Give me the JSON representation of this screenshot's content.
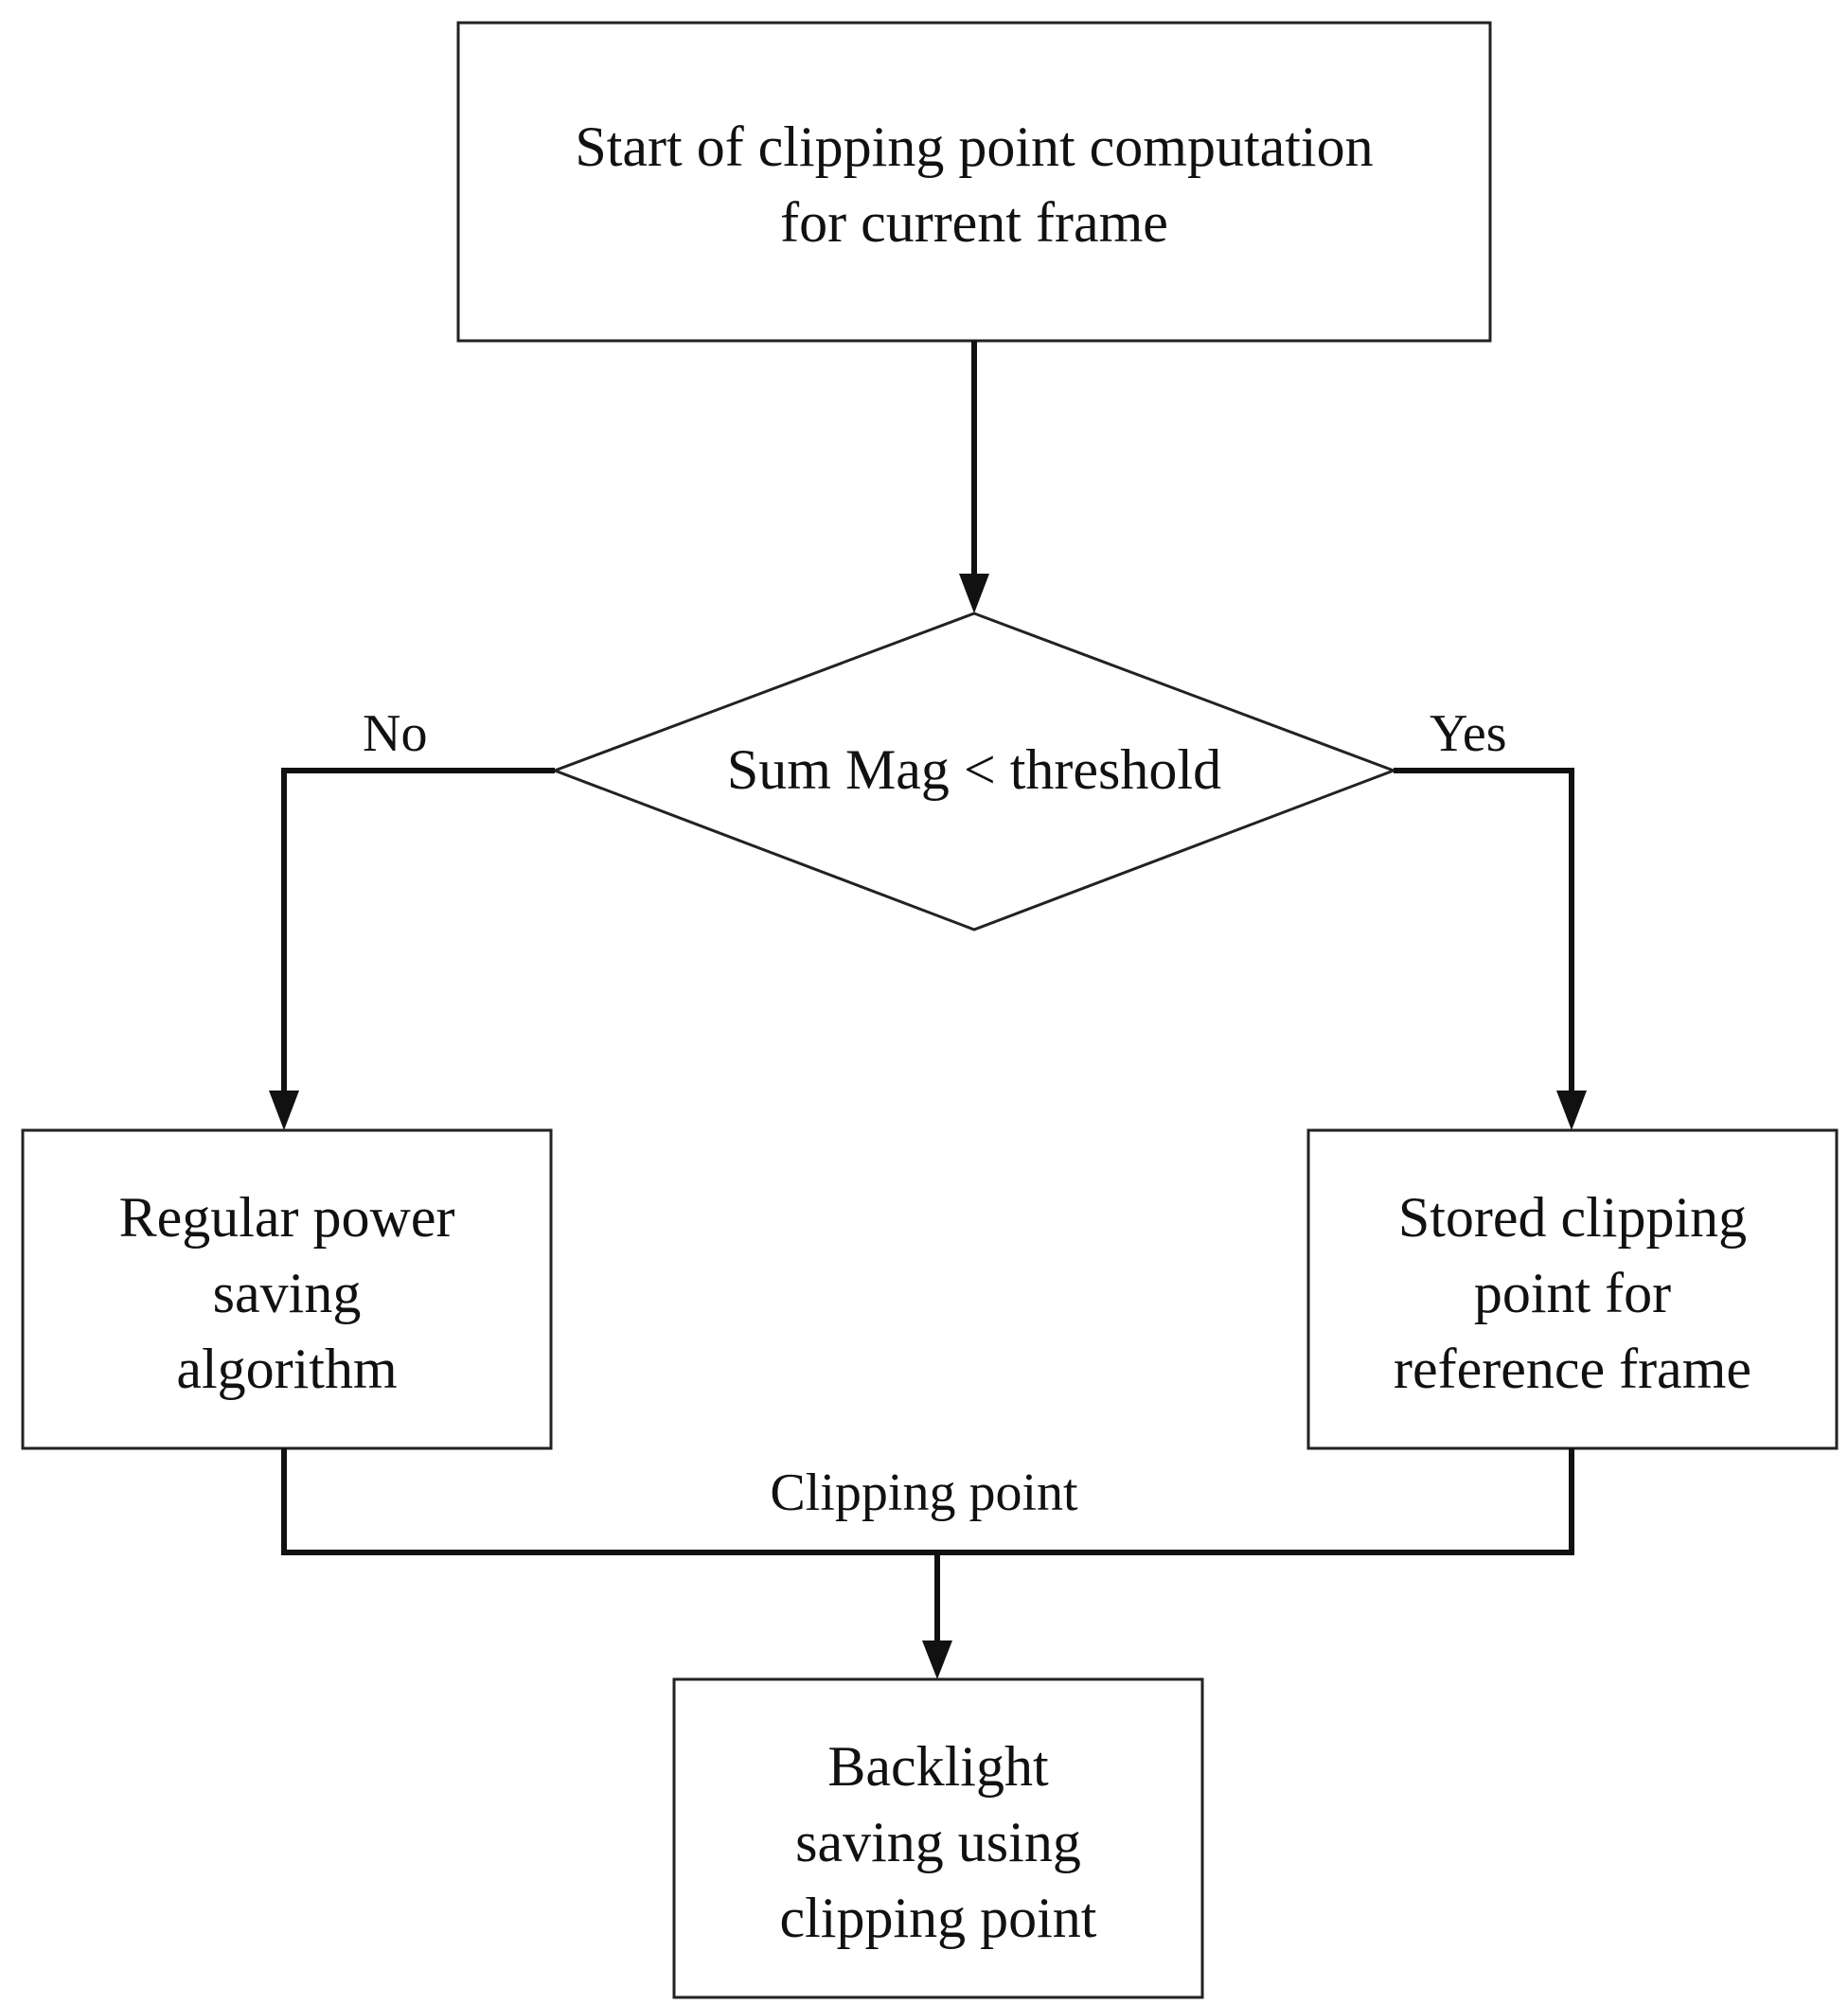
{
  "nodes": {
    "start": {
      "lines": [
        "Start of clipping point computation",
        "for current frame"
      ]
    },
    "decision": {
      "lines": [
        "Sum Mag < threshold"
      ]
    },
    "regular": {
      "lines": [
        "Regular power",
        "saving",
        "algorithm"
      ]
    },
    "stored": {
      "lines": [
        "Stored clipping",
        "point for",
        "reference frame"
      ]
    },
    "backlight": {
      "lines": [
        "Backlight",
        "saving using",
        "clipping point"
      ]
    }
  },
  "edges": {
    "no_label": "No",
    "yes_label": "Yes",
    "merge_label": "Clipping point"
  }
}
